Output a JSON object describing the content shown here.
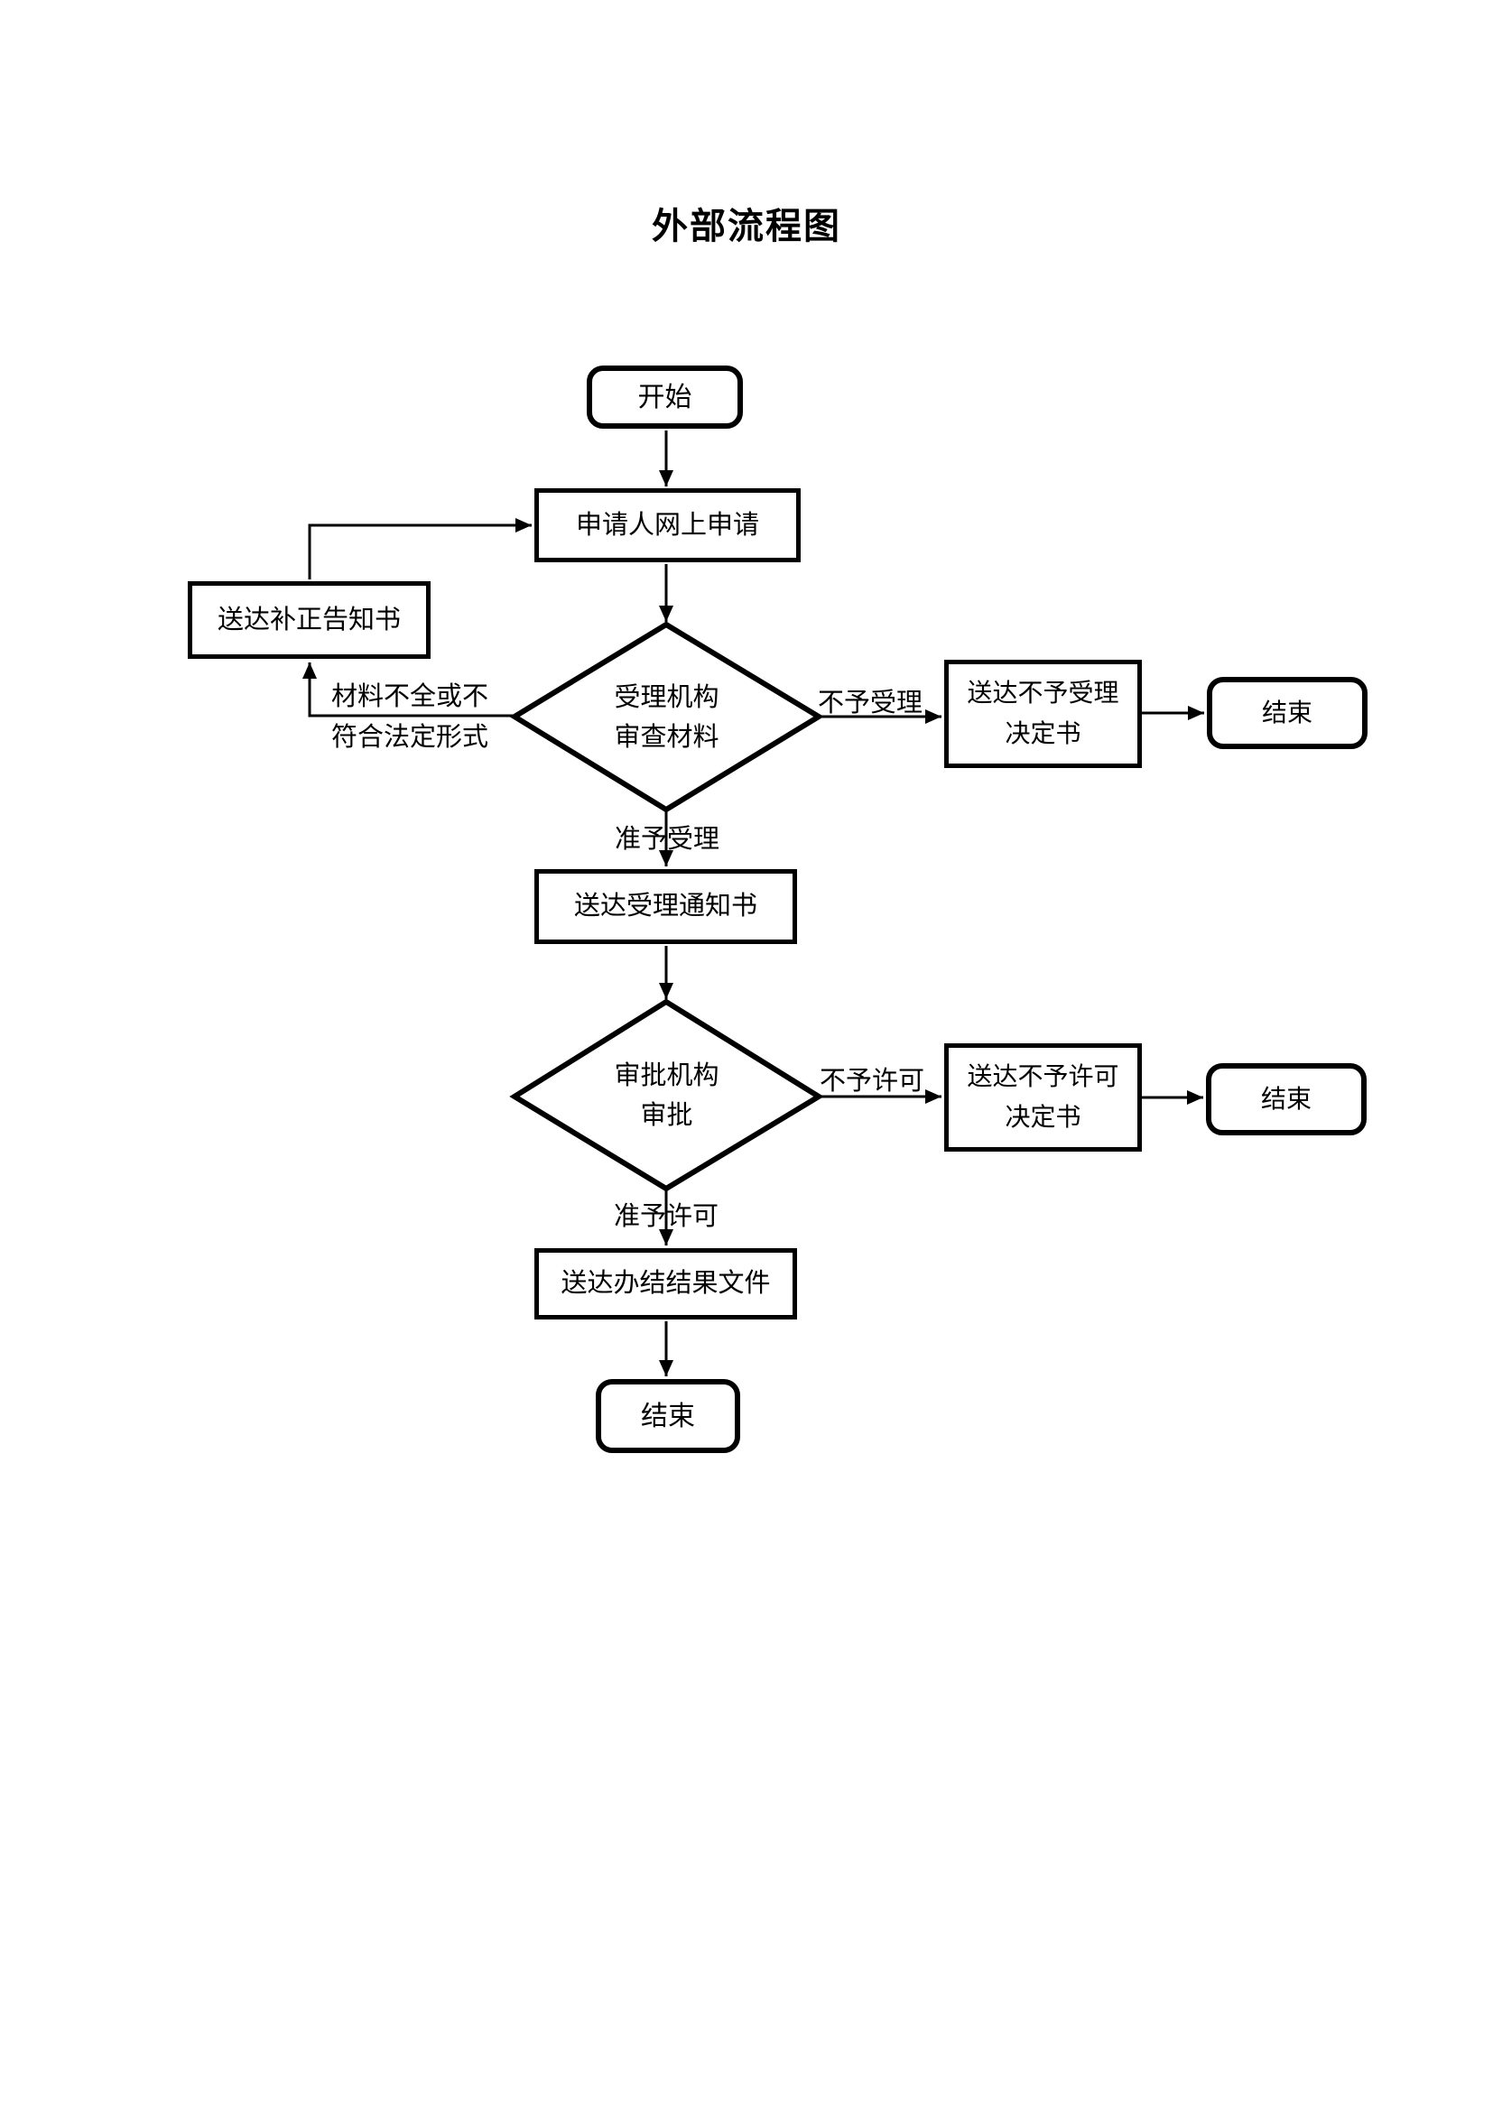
{
  "title": "外部流程图",
  "nodes": {
    "start": {
      "text": "开始",
      "shape": "terminator"
    },
    "online_application": {
      "text": "申请人网上申请",
      "shape": "process"
    },
    "supplement_notice": {
      "text": "送达补正告知书",
      "shape": "process"
    },
    "acceptance_review": {
      "text": "受理机构\n审查材料",
      "shape": "decision"
    },
    "rejection_decision": {
      "text": "送达不予受理\n决定书",
      "shape": "process"
    },
    "end_rejected": {
      "text": "结束",
      "shape": "terminator"
    },
    "acceptance_notice": {
      "text": "送达受理通知书",
      "shape": "process"
    },
    "approval_review": {
      "text": "审批机构\n审批",
      "shape": "decision"
    },
    "denial_decision": {
      "text": "送达不予许可\n决定书",
      "shape": "process"
    },
    "end_denied": {
      "text": "结束",
      "shape": "terminator"
    },
    "result_delivery": {
      "text": "送达办结结果文件",
      "shape": "process"
    },
    "end_final": {
      "text": "结束",
      "shape": "terminator"
    }
  },
  "edge_labels": {
    "incomplete": "材料不全或不\n符合法定形式",
    "rejected": "不予受理",
    "accepted": "准予受理",
    "denied": "不予许可",
    "permitted": "准予许可"
  },
  "flow": [
    {
      "from": "start",
      "to": "online_application",
      "label": ""
    },
    {
      "from": "online_application",
      "to": "acceptance_review",
      "label": ""
    },
    {
      "from": "acceptance_review",
      "to": "supplement_notice",
      "label": "材料不全或不符合法定形式"
    },
    {
      "from": "supplement_notice",
      "to": "online_application",
      "label": ""
    },
    {
      "from": "acceptance_review",
      "to": "rejection_decision",
      "label": "不予受理"
    },
    {
      "from": "rejection_decision",
      "to": "end_rejected",
      "label": ""
    },
    {
      "from": "acceptance_review",
      "to": "acceptance_notice",
      "label": "准予受理"
    },
    {
      "from": "acceptance_notice",
      "to": "approval_review",
      "label": ""
    },
    {
      "from": "approval_review",
      "to": "denial_decision",
      "label": "不予许可"
    },
    {
      "from": "denial_decision",
      "to": "end_denied",
      "label": ""
    },
    {
      "from": "approval_review",
      "to": "result_delivery",
      "label": "准予许可"
    },
    {
      "from": "result_delivery",
      "to": "end_final",
      "label": ""
    }
  ],
  "colors": {
    "stroke": "#000000",
    "background": "#ffffff"
  }
}
